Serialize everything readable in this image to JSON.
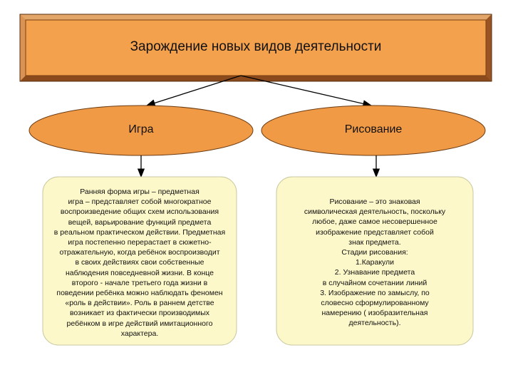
{
  "title": "Зарождение новых видов деятельности",
  "nodes": [
    {
      "label": "Игра",
      "description": "Ранняя форма игры – предметная\nигра – представляет собой многократное\nвоспроизведение общих схем использования\nвещей, варьирование функций предмета\nв реальном практическом действии. Предметная\nигра постепенно перерастает в сюжетно-\nотражательную, когда ребёнок воспроизводит\nв своих действиях свои собственные\nнаблюдения повседневной жизни. В конце\nвторого - начале третьего года жизни в\nповедении ребёнка можно наблюдать феномен\n«роль в действии». Роль в раннем детстве\nвозникает из фактически производимых\nребёнком в игре действий имитационного\nхарактера."
    },
    {
      "label": "Рисование",
      "description": "Рисование – это знаковая\nсимволическая деятельность, поскольку\nлюбое, даже самое несовершенное\nизображение представляет собой\nзнак предмета.\nСтадии рисования:\n1.Каракули\n2. Узнавание предмета\nв случайном сочетании линий\n3. Изображение по замыслу, по\nсловесно сформулированному\nнамерению ( изобразительная\nдеятельность)."
    }
  ],
  "colors": {
    "title_fill": "#f4a14d",
    "title_border": "#7a3f10",
    "ellipse_fill": "#f19a45",
    "card_fill": "#fdf8c9",
    "card_border": "#c8c8a0"
  }
}
